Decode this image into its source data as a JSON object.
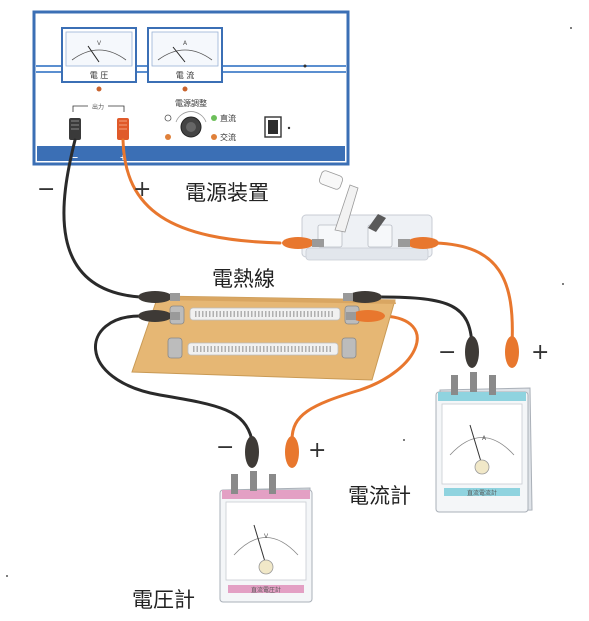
{
  "labels": {
    "power_supply": "電源装置",
    "heating_wire": "電熱線",
    "ammeter": "電流計",
    "voltmeter": "電圧計"
  },
  "power_panel": {
    "voltage_meter_symbol": "V",
    "voltage_meter_label": "電 圧",
    "current_meter_symbol": "A",
    "current_meter_label": "電 流",
    "output_label": "出力",
    "voltage_adjust_label": "電源調整",
    "dc_label": "直流",
    "ac_label": "交流"
  },
  "terminal_signs": {
    "supply_minus": "−",
    "supply_plus": "+",
    "ammeter_minus": "−",
    "ammeter_plus": "+",
    "voltmeter_minus": "−",
    "voltmeter_plus": "+",
    "panel_minus": "−",
    "panel_plus": "+"
  },
  "meters": {
    "ammeter_symbol": "A",
    "voltmeter_symbol": "V",
    "ammeter_plate": "直流電流計",
    "voltmeter_plate": "直流電圧計"
  },
  "colors": {
    "panel_border": "#3b6fb5",
    "panel_stripe": "#5b8fd0",
    "black_wire": "#2a2a2a",
    "orange_wire": "#e8772e",
    "board": "#e6b774",
    "ammeter_accent": "#8fd3df",
    "voltmeter_accent": "#e3a0c4"
  }
}
